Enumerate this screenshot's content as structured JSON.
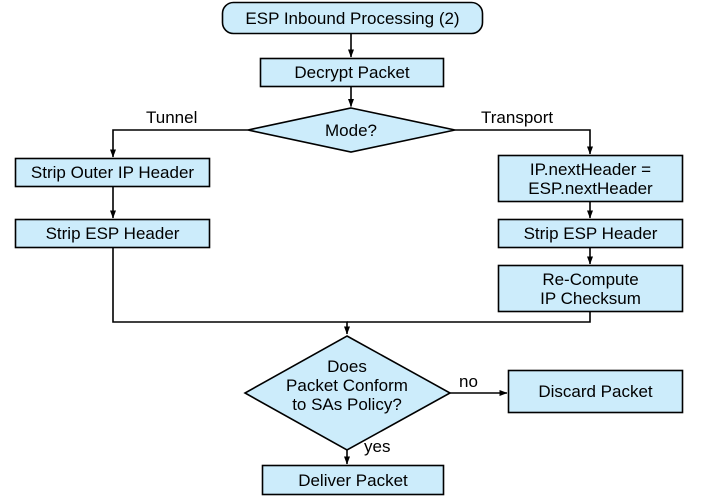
{
  "diagram": {
    "title": "ESP Inbound Processing (2)",
    "style": {
      "fill": "#CCECFB",
      "stroke": "#000000",
      "text": "#000000",
      "background": "#FFFFFF"
    },
    "nodes": [
      {
        "id": "start",
        "shape": "rounded-rectangle",
        "label": "ESP Inbound Processing (2)"
      },
      {
        "id": "decrypt",
        "shape": "rectangle",
        "label": "Decrypt Packet"
      },
      {
        "id": "mode",
        "shape": "diamond",
        "label": "Mode?"
      },
      {
        "id": "strip-outer-ip",
        "shape": "rectangle",
        "label": "Strip Outer IP Header"
      },
      {
        "id": "strip-esp-left",
        "shape": "rectangle",
        "label": "Strip ESP Header"
      },
      {
        "id": "next-header",
        "shape": "rectangle",
        "label": "IP.nextHeader =\nESP.nextHeader"
      },
      {
        "id": "strip-esp-right",
        "shape": "rectangle",
        "label": "Strip ESP Header"
      },
      {
        "id": "recompute",
        "shape": "rectangle",
        "label": "Re-Compute\nIP Checksum"
      },
      {
        "id": "conform",
        "shape": "diamond",
        "label": "Does\nPacket Conform\nto SAs Policy?"
      },
      {
        "id": "discard",
        "shape": "rectangle",
        "label": "Discard Packet"
      },
      {
        "id": "deliver",
        "shape": "rectangle",
        "label": "Deliver Packet"
      }
    ],
    "edge_labels": {
      "tunnel": "Tunnel",
      "transport": "Transport",
      "no": "no",
      "yes": "yes"
    },
    "edges": [
      {
        "from": "start",
        "to": "decrypt",
        "label": ""
      },
      {
        "from": "decrypt",
        "to": "mode",
        "label": ""
      },
      {
        "from": "mode",
        "to": "strip-outer-ip",
        "label": "Tunnel"
      },
      {
        "from": "mode",
        "to": "next-header",
        "label": "Transport"
      },
      {
        "from": "strip-outer-ip",
        "to": "strip-esp-left",
        "label": ""
      },
      {
        "from": "next-header",
        "to": "strip-esp-right",
        "label": ""
      },
      {
        "from": "strip-esp-right",
        "to": "recompute",
        "label": ""
      },
      {
        "from": "strip-esp-left",
        "to": "conform",
        "label": ""
      },
      {
        "from": "recompute",
        "to": "conform",
        "label": ""
      },
      {
        "from": "conform",
        "to": "discard",
        "label": "no"
      },
      {
        "from": "conform",
        "to": "deliver",
        "label": "yes"
      }
    ]
  }
}
